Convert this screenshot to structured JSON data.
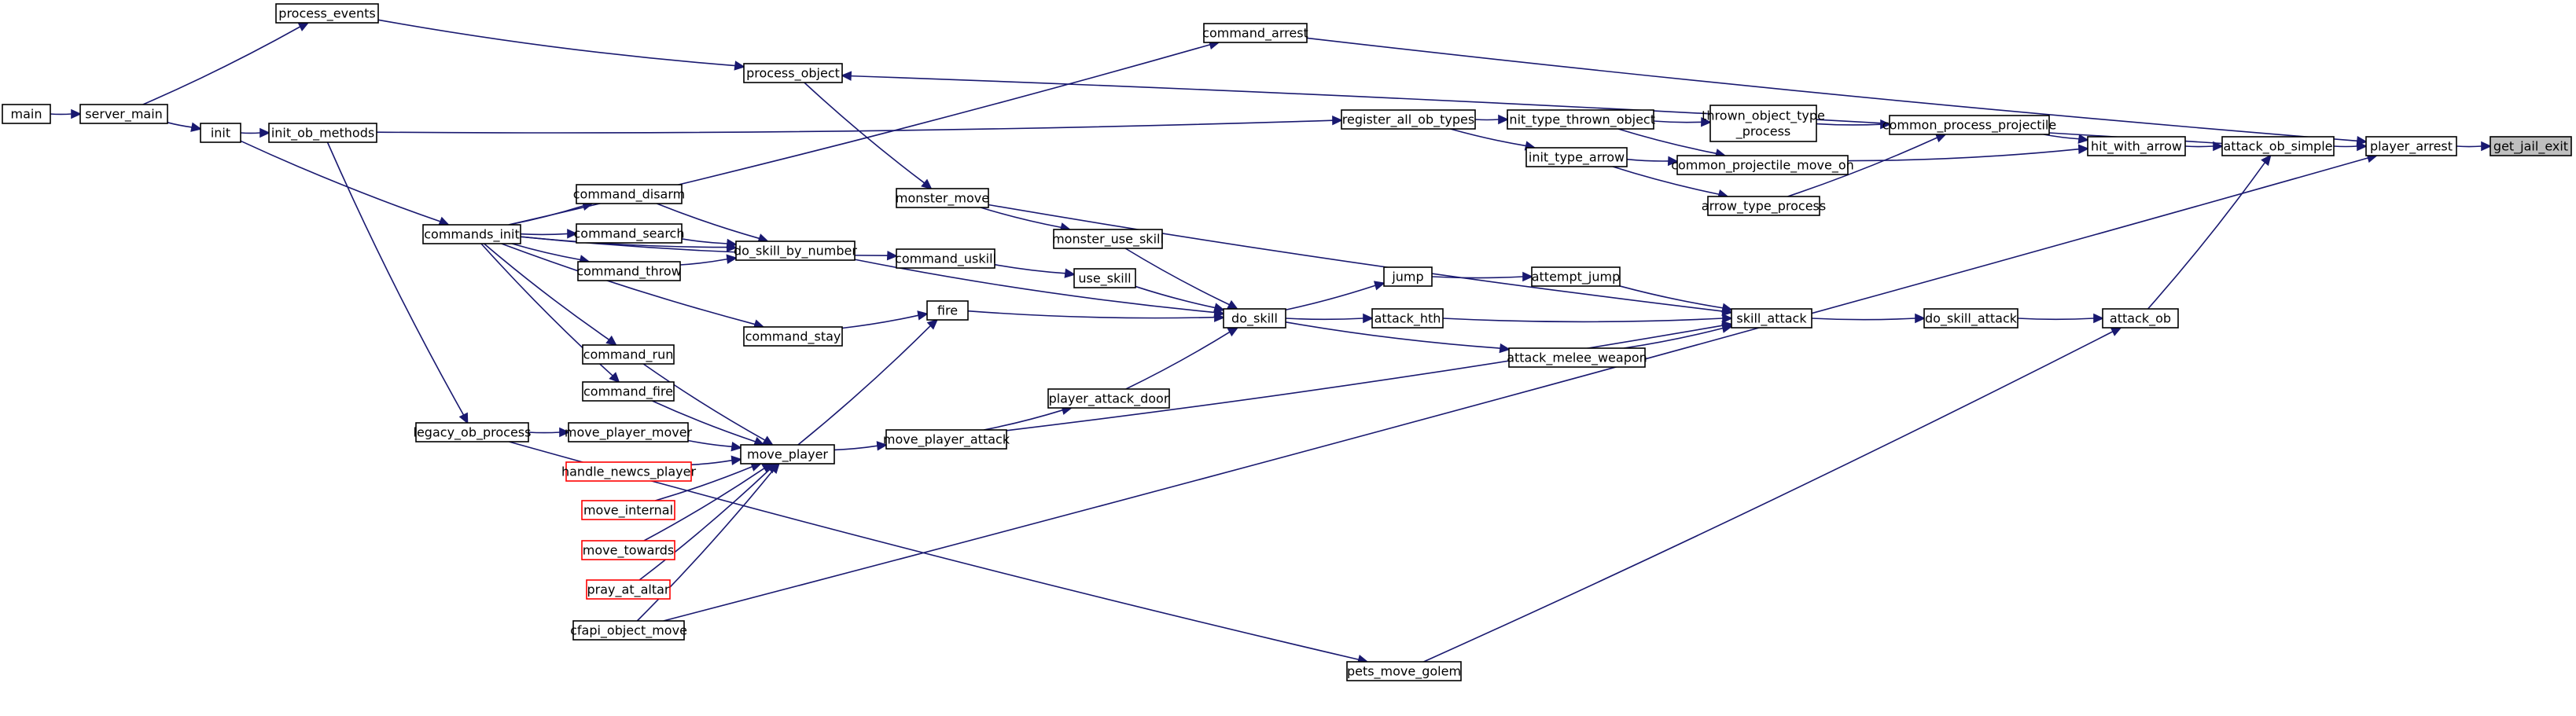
{
  "colors": {
    "edge": "#191970",
    "node_border": "#000000",
    "undocumented_border": "#ff0000",
    "focus_fill": "#bfbfbf",
    "background": "#ffffff"
  },
  "nodes": {
    "get_jail_exit": {
      "label": "get_jail_exit",
      "kind": "focus"
    },
    "player_arrest": {
      "label": "player_arrest",
      "kind": "normal"
    },
    "attack_ob_simple": {
      "label": "attack_ob_simple",
      "kind": "normal"
    },
    "command_arrest": {
      "label": "command_arrest",
      "kind": "normal"
    },
    "hit_with_arrow": {
      "label": "hit_with_arrow",
      "kind": "normal"
    },
    "attack_ob": {
      "label": "attack_ob",
      "kind": "normal"
    },
    "common_process_projectile": {
      "label": "common_process_projectile",
      "kind": "normal"
    },
    "common_projectile_move_on": {
      "label": "common_projectile_move_on",
      "kind": "normal"
    },
    "thrown_object_type_process": {
      "label": "thrown_object_type\n_process",
      "kind": "normal"
    },
    "arrow_type_process": {
      "label": "arrow_type_process",
      "kind": "normal"
    },
    "init_type_thrown_object": {
      "label": "init_type_thrown_object",
      "kind": "normal"
    },
    "init_type_arrow": {
      "label": "init_type_arrow",
      "kind": "normal"
    },
    "register_all_ob_types": {
      "label": "register_all_ob_types",
      "kind": "normal"
    },
    "init_ob_methods": {
      "label": "init_ob_methods",
      "kind": "normal"
    },
    "init": {
      "label": "init",
      "kind": "normal"
    },
    "server_main": {
      "label": "server_main",
      "kind": "normal"
    },
    "main": {
      "label": "main",
      "kind": "normal"
    },
    "process_events": {
      "label": "process_events",
      "kind": "normal"
    },
    "process_object": {
      "label": "process_object",
      "kind": "normal"
    },
    "monster_move": {
      "label": "monster_move",
      "kind": "normal"
    },
    "commands_init": {
      "label": "commands_init",
      "kind": "normal"
    },
    "do_skill_attack": {
      "label": "do_skill_attack",
      "kind": "normal"
    },
    "skill_attack": {
      "label": "skill_attack",
      "kind": "normal"
    },
    "attempt_jump": {
      "label": "attempt_jump",
      "kind": "normal"
    },
    "jump": {
      "label": "jump",
      "kind": "normal"
    },
    "attack_hth": {
      "label": "attack_hth",
      "kind": "normal"
    },
    "attack_melee_weapon": {
      "label": "attack_melee_weapon",
      "kind": "normal"
    },
    "do_skill": {
      "label": "do_skill",
      "kind": "normal"
    },
    "monster_use_skill": {
      "label": "monster_use_skill",
      "kind": "normal"
    },
    "use_skill": {
      "label": "use_skill",
      "kind": "normal"
    },
    "command_uskill": {
      "label": "command_uskill",
      "kind": "normal"
    },
    "do_skill_by_number": {
      "label": "do_skill_by_number",
      "kind": "normal"
    },
    "command_disarm": {
      "label": "command_disarm",
      "kind": "normal"
    },
    "command_search": {
      "label": "command_search",
      "kind": "normal"
    },
    "command_throw": {
      "label": "command_throw",
      "kind": "normal"
    },
    "fire": {
      "label": "fire",
      "kind": "normal"
    },
    "command_stay": {
      "label": "command_stay",
      "kind": "normal"
    },
    "command_run": {
      "label": "command_run",
      "kind": "normal"
    },
    "command_fire": {
      "label": "command_fire",
      "kind": "normal"
    },
    "player_attack_door": {
      "label": "player_attack_door",
      "kind": "normal"
    },
    "move_player_attack": {
      "label": "move_player_attack",
      "kind": "normal"
    },
    "move_player": {
      "label": "move_player",
      "kind": "normal"
    },
    "legacy_ob_process": {
      "label": "legacy_ob_process",
      "kind": "normal"
    },
    "move_player_mover": {
      "label": "move_player_mover",
      "kind": "normal"
    },
    "handle_newcs_player": {
      "label": "handle_newcs_player",
      "kind": "undocumented"
    },
    "move_internal": {
      "label": "move_internal",
      "kind": "undocumented"
    },
    "move_towards": {
      "label": "move_towards",
      "kind": "undocumented"
    },
    "pray_at_altar": {
      "label": "pray_at_altar",
      "kind": "undocumented"
    },
    "cfapi_object_move": {
      "label": "cfapi_object_move",
      "kind": "normal"
    },
    "pets_move_golem": {
      "label": "pets_move_golem",
      "kind": "normal"
    }
  },
  "edges": [
    [
      "player_arrest",
      "get_jail_exit"
    ],
    [
      "attack_ob_simple",
      "player_arrest"
    ],
    [
      "command_arrest",
      "player_arrest"
    ],
    [
      "commands_init",
      "command_arrest"
    ],
    [
      "hit_with_arrow",
      "attack_ob_simple"
    ],
    [
      "attack_ob",
      "attack_ob_simple"
    ],
    [
      "attack_ob_simple",
      "process_object"
    ],
    [
      "common_process_projectile",
      "hit_with_arrow"
    ],
    [
      "common_projectile_move_on",
      "hit_with_arrow"
    ],
    [
      "thrown_object_type_process",
      "common_process_projectile"
    ],
    [
      "arrow_type_process",
      "common_process_projectile"
    ],
    [
      "init_type_thrown_object",
      "thrown_object_type_process"
    ],
    [
      "init_type_thrown_object",
      "common_projectile_move_on"
    ],
    [
      "init_type_arrow",
      "common_projectile_move_on"
    ],
    [
      "init_type_arrow",
      "arrow_type_process"
    ],
    [
      "register_all_ob_types",
      "init_type_thrown_object"
    ],
    [
      "register_all_ob_types",
      "init_type_arrow"
    ],
    [
      "init_ob_methods",
      "register_all_ob_types"
    ],
    [
      "init",
      "init_ob_methods"
    ],
    [
      "server_main",
      "init"
    ],
    [
      "main",
      "server_main"
    ],
    [
      "server_main",
      "process_events"
    ],
    [
      "process_events",
      "process_object"
    ],
    [
      "process_object",
      "monster_move"
    ],
    [
      "init",
      "commands_init"
    ],
    [
      "do_skill_attack",
      "attack_ob"
    ],
    [
      "pets_move_golem",
      "attack_ob"
    ],
    [
      "skill_attack",
      "do_skill_attack"
    ],
    [
      "monster_move",
      "skill_attack"
    ],
    [
      "attempt_jump",
      "skill_attack"
    ],
    [
      "attack_hth",
      "skill_attack"
    ],
    [
      "attack_melee_weapon",
      "skill_attack"
    ],
    [
      "move_player_attack",
      "skill_attack"
    ],
    [
      "jump",
      "attempt_jump"
    ],
    [
      "do_skill",
      "jump"
    ],
    [
      "do_skill",
      "attack_hth"
    ],
    [
      "do_skill",
      "attack_melee_weapon"
    ],
    [
      "monster_move",
      "monster_use_skill"
    ],
    [
      "monster_use_skill",
      "do_skill"
    ],
    [
      "use_skill",
      "do_skill"
    ],
    [
      "do_skill_by_number",
      "do_skill"
    ],
    [
      "fire",
      "do_skill"
    ],
    [
      "player_attack_door",
      "do_skill"
    ],
    [
      "command_uskill",
      "use_skill"
    ],
    [
      "commands_init",
      "command_uskill"
    ],
    [
      "command_disarm",
      "do_skill_by_number"
    ],
    [
      "command_search",
      "do_skill_by_number"
    ],
    [
      "command_throw",
      "do_skill_by_number"
    ],
    [
      "commands_init",
      "do_skill_by_number"
    ],
    [
      "commands_init",
      "command_disarm"
    ],
    [
      "commands_init",
      "command_search"
    ],
    [
      "commands_init",
      "command_throw"
    ],
    [
      "command_stay",
      "fire"
    ],
    [
      "move_player",
      "fire"
    ],
    [
      "commands_init",
      "command_stay"
    ],
    [
      "commands_init",
      "command_run"
    ],
    [
      "commands_init",
      "command_fire"
    ],
    [
      "move_player_attack",
      "player_attack_door"
    ],
    [
      "move_player",
      "move_player_attack"
    ],
    [
      "command_run",
      "move_player"
    ],
    [
      "command_fire",
      "move_player"
    ],
    [
      "move_player_mover",
      "move_player"
    ],
    [
      "handle_newcs_player",
      "move_player"
    ],
    [
      "move_internal",
      "move_player"
    ],
    [
      "move_towards",
      "move_player"
    ],
    [
      "pray_at_altar",
      "move_player"
    ],
    [
      "cfapi_object_move",
      "move_player"
    ],
    [
      "legacy_ob_process",
      "move_player_mover"
    ],
    [
      "init_ob_methods",
      "legacy_ob_process"
    ],
    [
      "legacy_ob_process",
      "pets_move_golem"
    ],
    [
      "cfapi_object_move",
      "player_arrest"
    ]
  ]
}
